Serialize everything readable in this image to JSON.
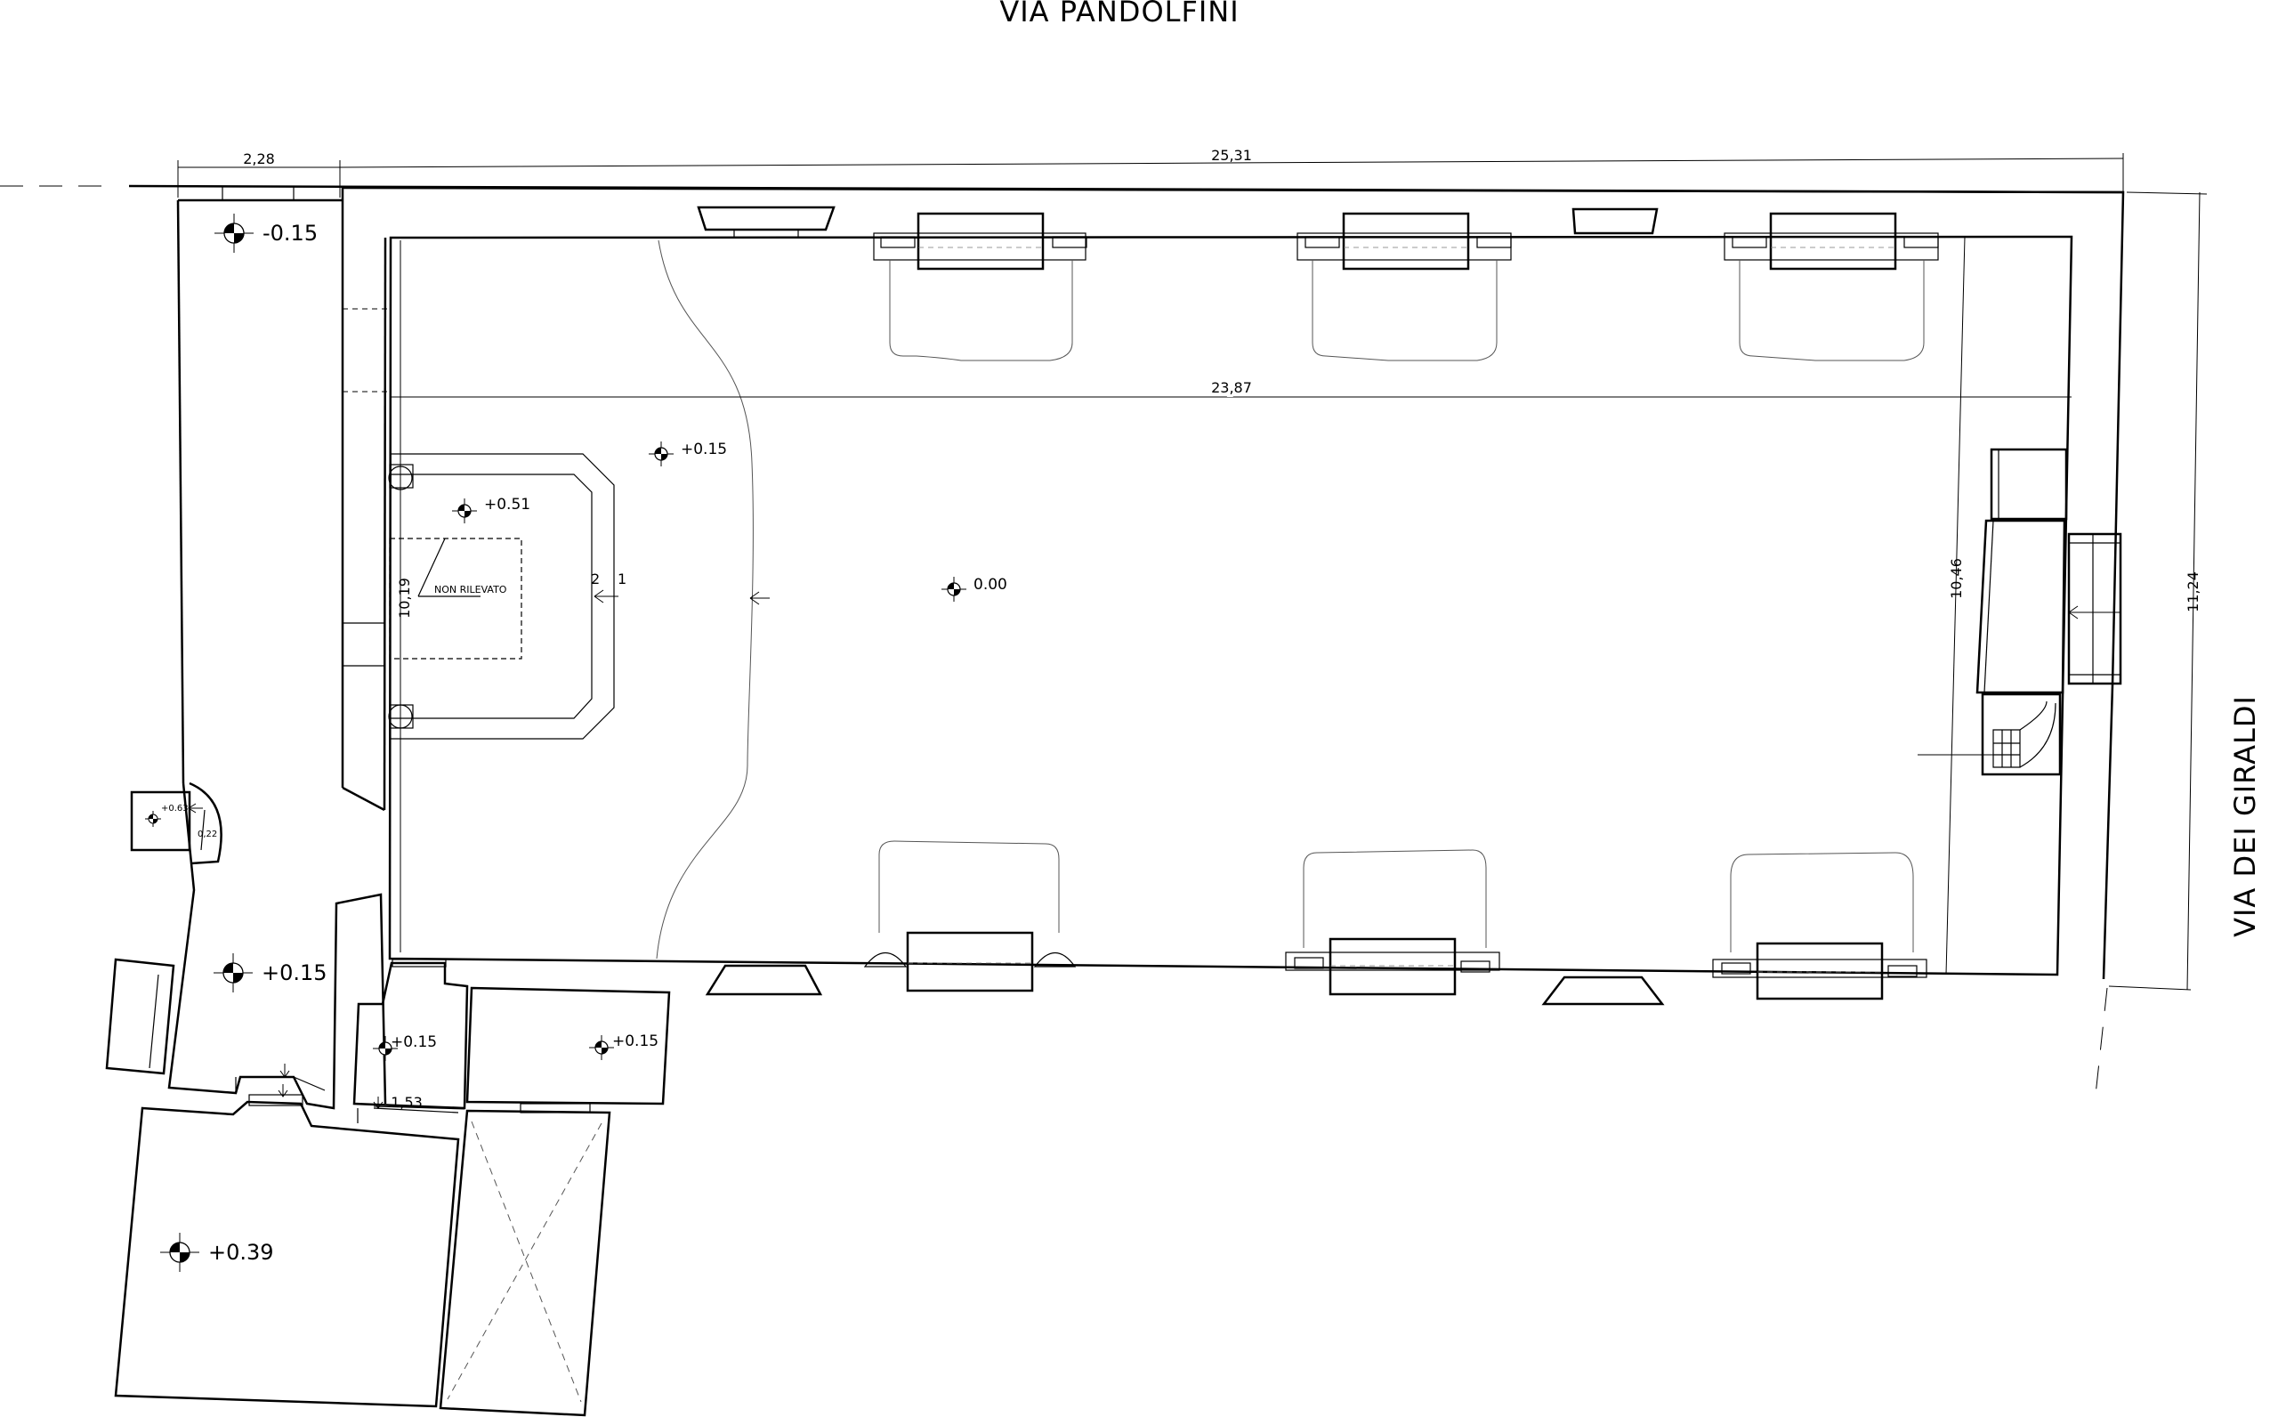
{
  "streets": {
    "top": "VIA PANDOLFINI",
    "right": "VIA DEI GIRALDI"
  },
  "dimensions": {
    "width_small": "2,28",
    "total_width": "25,31",
    "inner_width": "23,87",
    "inner_height_left": "10,19",
    "inner_height_right": "10,46",
    "total_height": "11,24",
    "door_width": "1,53",
    "small_dim": "0,22"
  },
  "elevations": {
    "room_left_top": "-0.15",
    "room_left_bottom": "+0.15",
    "annex_big": "+0.39",
    "small_room_a": "+0.15",
    "small_room_b": "+0.15",
    "hall_center": "0.00",
    "hall_upper": "+0.15",
    "dais": "+0.51",
    "niche": "+0.63"
  },
  "notes": {
    "not_surveyed": "NON RILEVATO",
    "step_2": "2",
    "step_1": "1"
  }
}
